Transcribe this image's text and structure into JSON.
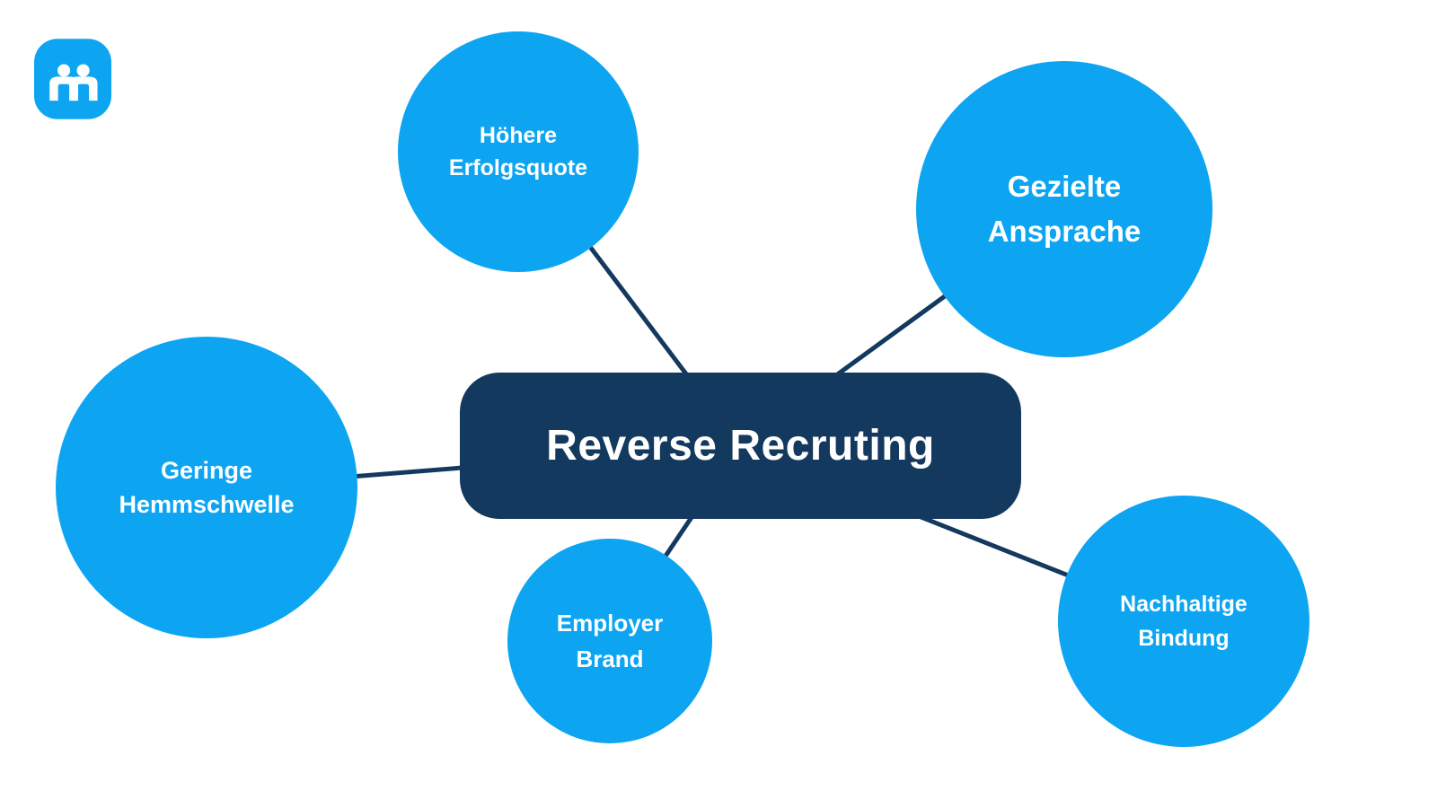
{
  "colors": {
    "background": "#ffffff",
    "node_blue": "#0da5f2",
    "navy": "#14395e",
    "text": "#ffffff"
  },
  "logo": {
    "icon": "m-people-logo-icon",
    "description": "blue rounded square with white m formed by two person silhouettes"
  },
  "center": {
    "label": "Reverse Recruting"
  },
  "nodes": [
    {
      "id": "hoehere-erfolgsquote",
      "label": "Höhere Erfolgsquote",
      "line1": "Höhere",
      "line2": "Erfolgsquote"
    },
    {
      "id": "gezielte-ansprache",
      "label": "Gezielte Ansprache",
      "line1": "Gezielte",
      "line2": "Ansprache"
    },
    {
      "id": "geringe-hemmschwelle",
      "label": "Geringe Hemmschwelle",
      "line1": "Geringe",
      "line2": "Hemmschwelle"
    },
    {
      "id": "employer-brand",
      "label": "Employer Brand",
      "line1": "Employer",
      "line2": "Brand"
    },
    {
      "id": "nachhaltige-bindung",
      "label": "Nachhaltige Bindung",
      "line1": "Nachhaltige",
      "line2": "Bindung"
    }
  ],
  "connections": [
    {
      "from": "Reverse Recruting",
      "to": "Höhere Erfolgsquote"
    },
    {
      "from": "Reverse Recruting",
      "to": "Gezielte Ansprache"
    },
    {
      "from": "Reverse Recruting",
      "to": "Geringe Hemmschwelle"
    },
    {
      "from": "Reverse Recruting",
      "to": "Employer Brand"
    },
    {
      "from": "Reverse Recruting",
      "to": "Nachhaltige Bindung"
    }
  ]
}
